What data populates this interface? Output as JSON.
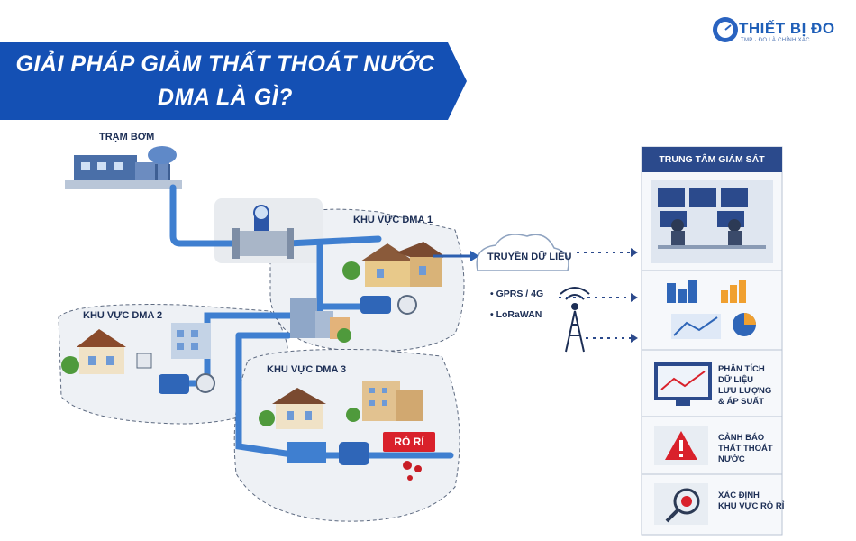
{
  "header": {
    "title_line1": "GIẢI PHÁP GIẢM THẤT THOÁT NƯỚC",
    "title_line2": "DMA LÀ GÌ?"
  },
  "logo": {
    "name": "THIẾT BỊ ĐO",
    "tagline": "TMP · ĐO LÀ CHÍNH XÁC"
  },
  "pump_station": {
    "label": "TRẠM BƠM"
  },
  "zones": {
    "dma1": "KHU VỰC DMA 1",
    "dma2": "KHU VỰC DMA 2",
    "dma3": "KHU VỰC DMA 3"
  },
  "leak": {
    "label": "RÒ RỈ"
  },
  "transmission": {
    "cloud_label": "TRUYỀN DỮ LIỆU",
    "methods": [
      "GPRS / 4G",
      "LoRaWAN"
    ]
  },
  "monitoring": {
    "title": "TRUNG TÂM  GIÁM SÁT",
    "analysis": [
      "PHÂN TÍCH",
      "DỮ LIỆU",
      "LƯU LƯỢNG",
      "& ÁP SUẤT"
    ],
    "alert": [
      "CẢNH BÁO",
      "THẤT THOÁT",
      "NƯỚC"
    ],
    "locate": [
      "XÁC ĐỊNH",
      "KHU VỰC RÒ RỈ"
    ]
  },
  "colors": {
    "banner": "#1450b4",
    "pipe": "#3f7fd0",
    "panel_header": "#2b4a8c",
    "leak": "#d9212b"
  }
}
